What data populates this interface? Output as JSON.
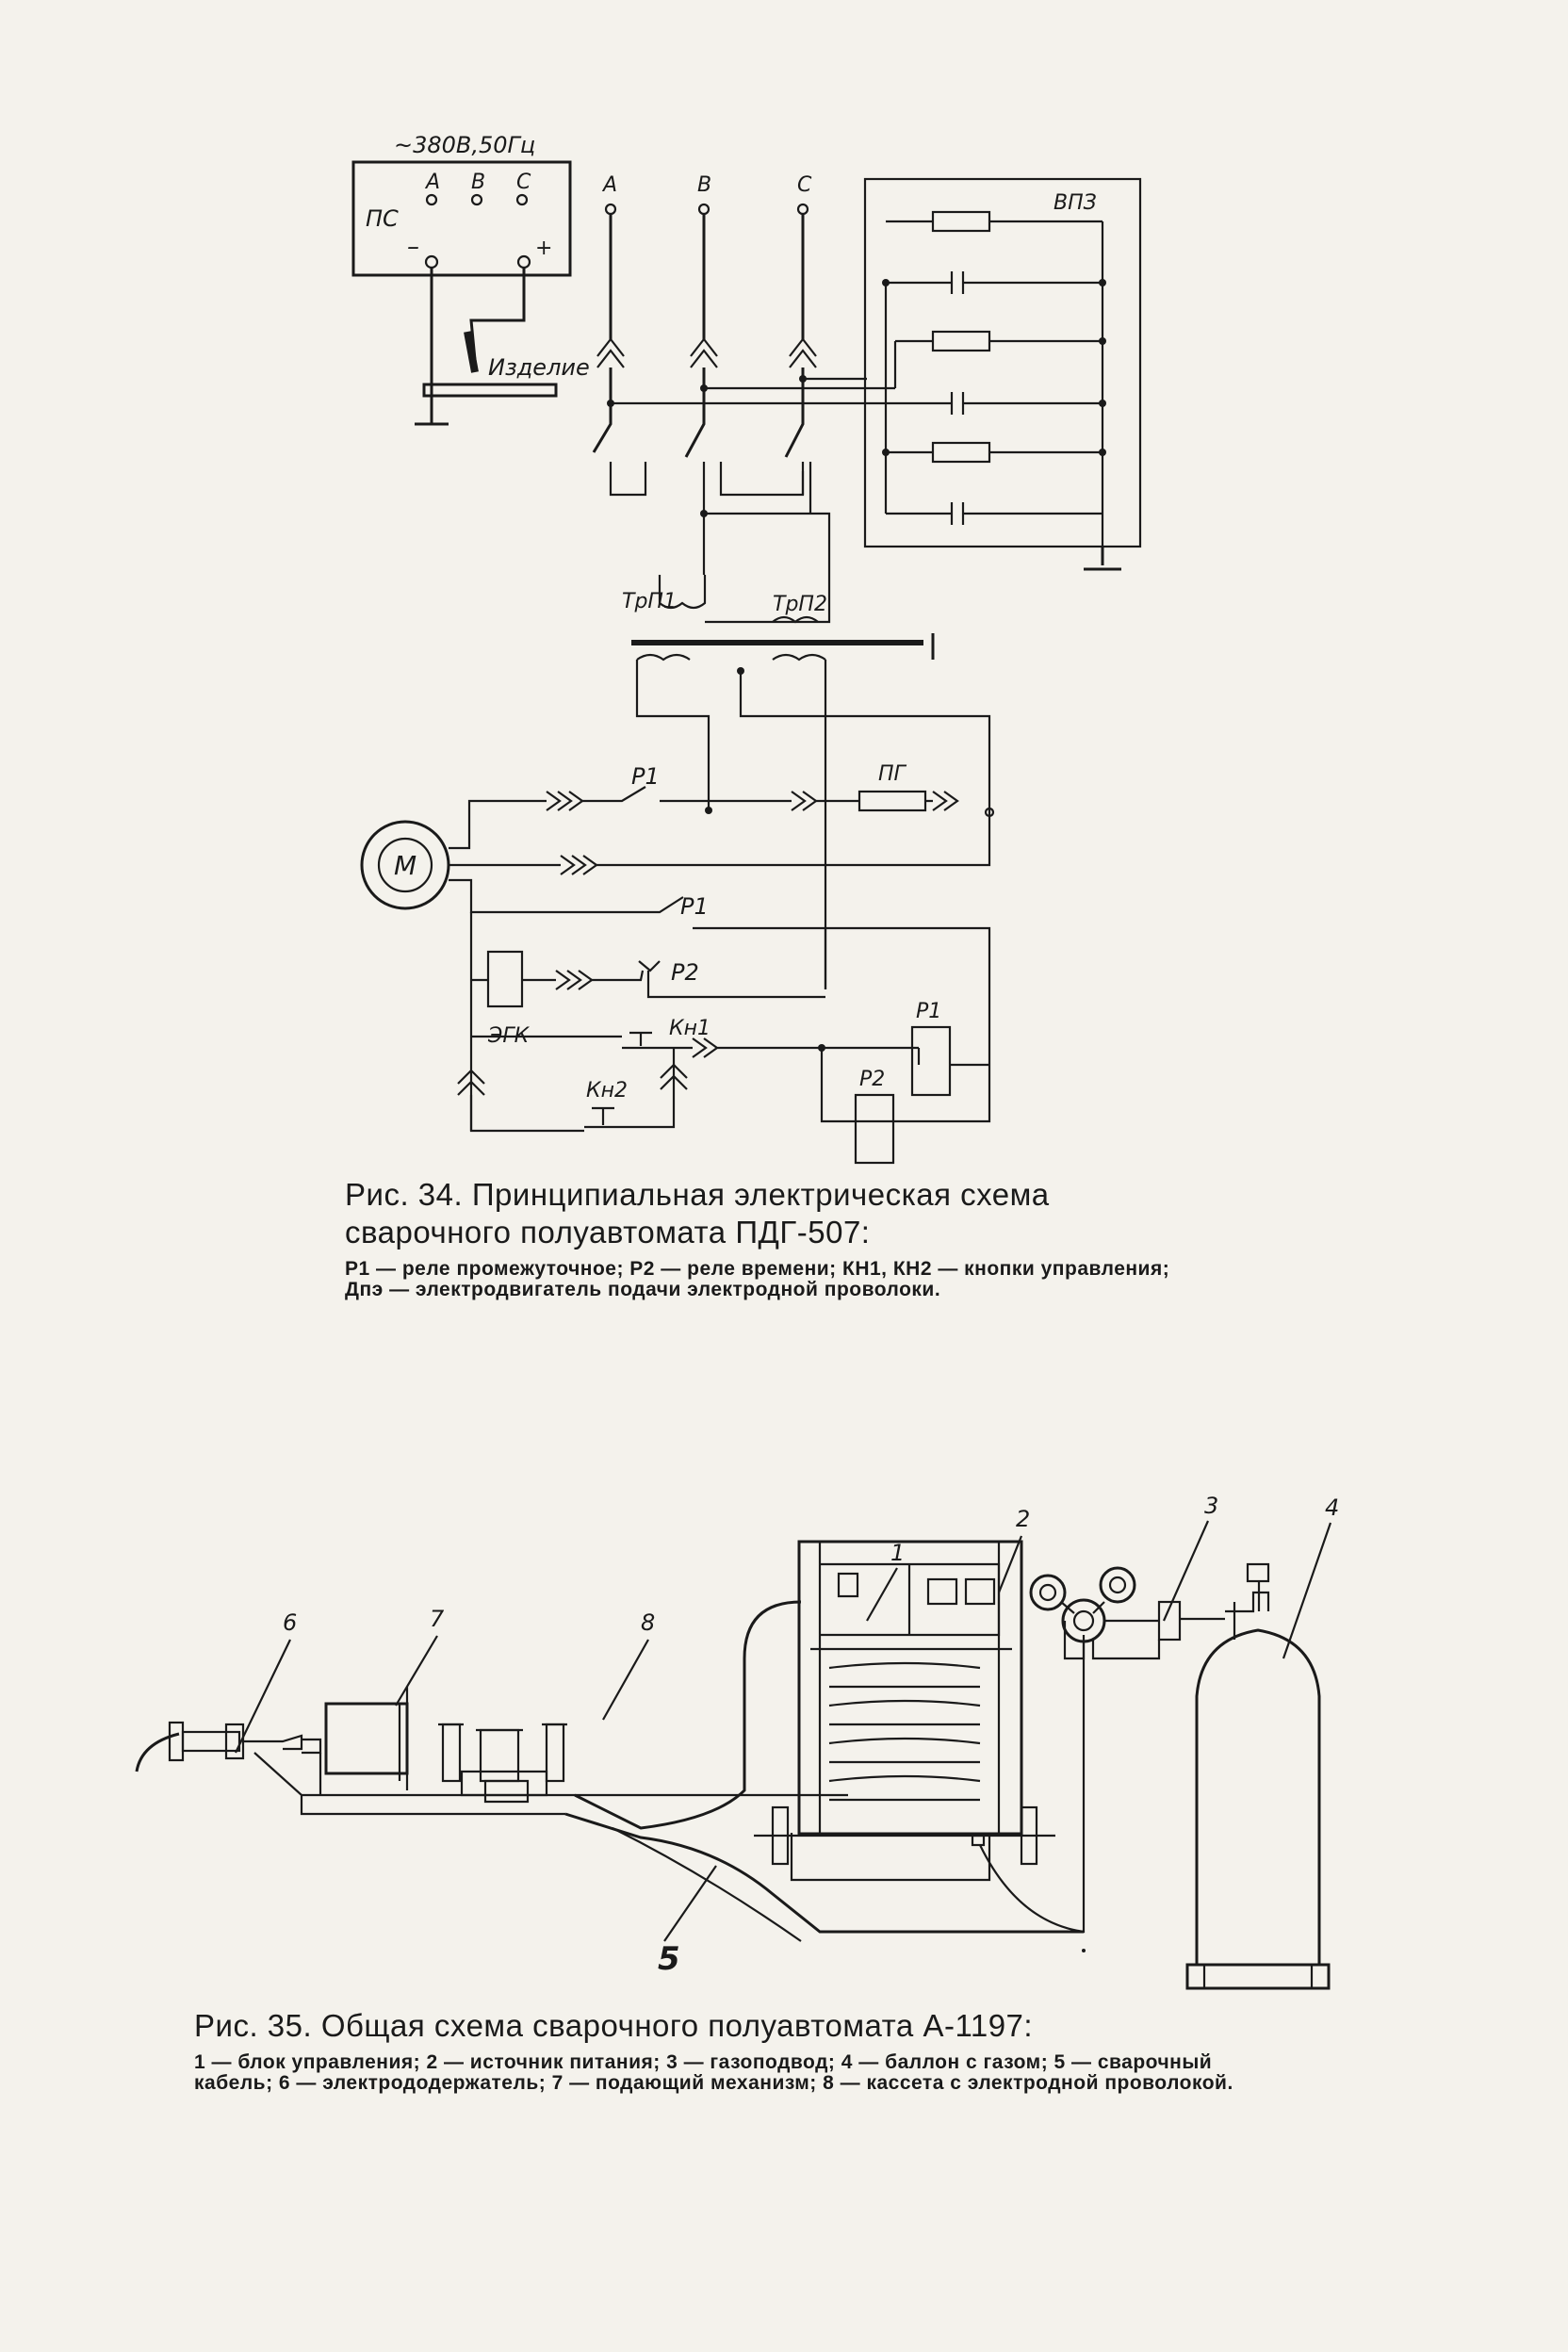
{
  "fig34": {
    "supply_label": "~380В,50Гц",
    "ps_label": "ПС",
    "phase_a": "A",
    "phase_b": "B",
    "phase_c": "C",
    "minus": "–",
    "plus": "+",
    "workpiece": "Изделие",
    "vpz": "ВПЗ",
    "trp1": "ТрП1",
    "trp2": "ТрП2",
    "p1": "Р1",
    "pg": "ПГ",
    "motor": "М",
    "p2": "Р2",
    "egk": "ЭГК",
    "kn1": "Кн1",
    "kn2": "Кн2",
    "caption_title": "Рис. 34. Принципиальная электрическая схема сварочного полуавтомата ПДГ-507:",
    "caption_legend": "Р1 — реле промежуточное; Р2 — реле времени; КН1, КН2 — кнопки управления; Дпэ — электродвигатель подачи электродной проволоки."
  },
  "fig35": {
    "labels": [
      "1",
      "2",
      "3",
      "4",
      "5",
      "6",
      "7",
      "8"
    ],
    "caption_title": "Рис. 35. Общая схема сварочного полуавтомата А-1197:",
    "caption_legend": "1 — блок управления; 2 — источник питания; 3 — газоподвод; 4 — баллон с газом; 5 — сварочный кабель; 6 — электрододержатель; 7 — подающий механизм; 8 — кассета с электродной проволокой."
  }
}
